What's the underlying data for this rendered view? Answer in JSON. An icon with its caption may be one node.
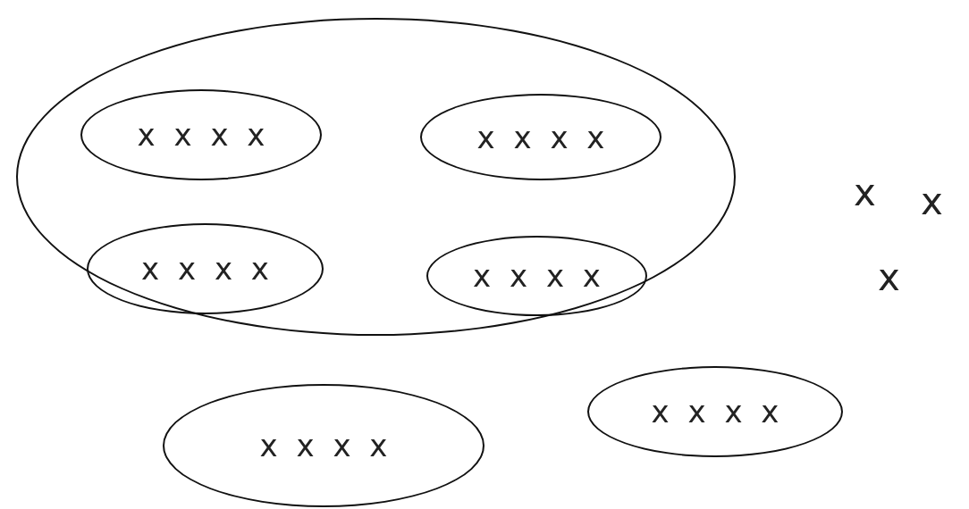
{
  "diagram": {
    "nodes": [
      {
        "text": [],
        "shape": "ellipse"
      },
      {
        "text": [
          "x x x x"
        ],
        "in": 0
      },
      {
        "text": [
          "x x x x"
        ],
        "in": 0
      },
      {
        "text": [
          "x x x x"
        ],
        "in": 0
      },
      {
        "text": [
          "x x x x"
        ],
        "in": 0
      },
      {
        "text": [
          "x x x x"
        ]
      },
      {
        "text": [
          "x x x x"
        ]
      }
    ],
    "labels": [
      "x",
      "x",
      "x"
    ]
  }
}
